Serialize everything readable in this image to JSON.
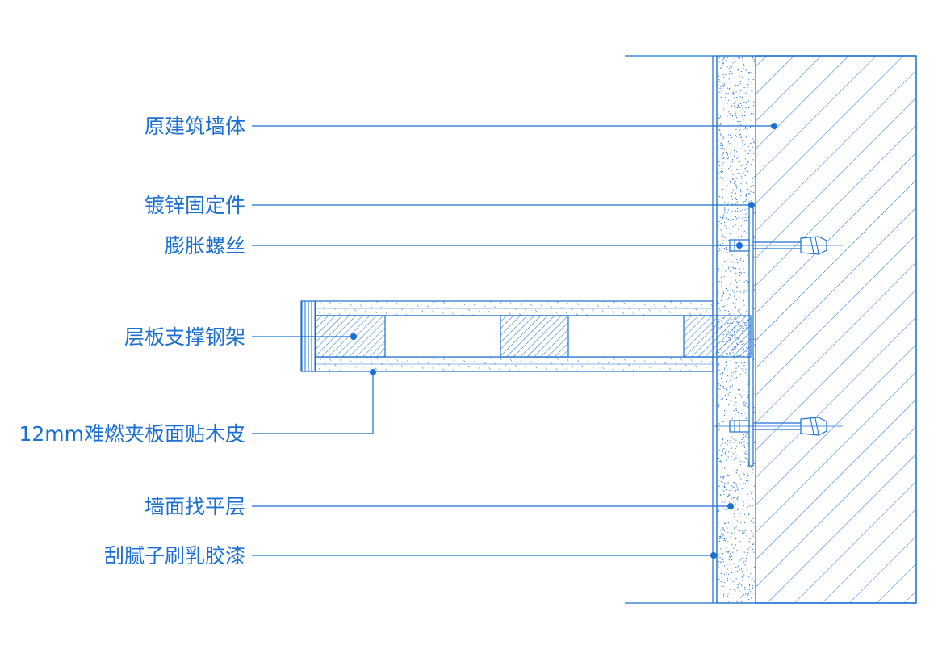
{
  "colors": {
    "line": "#1a6fd3",
    "background": "#ffffff"
  },
  "labels": {
    "original_wall": "原建筑墙体",
    "galvanized_fixing": "镀锌固定件",
    "expansion_bolt": "膨胀螺丝",
    "shelf_steel_frame": "层板支撑钢架",
    "panel_veneer": "12mm难燃夹板面贴木皮",
    "wall_leveling": "墙面找平层",
    "putty_latex_paint": "刮腻子刷乳胶漆"
  }
}
